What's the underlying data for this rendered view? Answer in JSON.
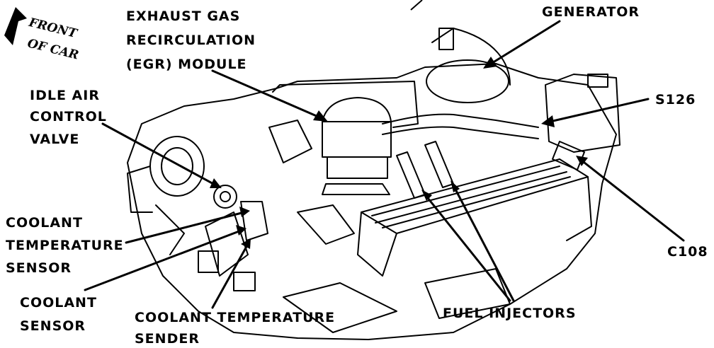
{
  "labels": {
    "front": [
      "FRONT",
      "OF CAR"
    ],
    "egr": [
      "EXHAUST GAS",
      "RECIRCULATION",
      "(EGR) MODULE"
    ],
    "generator": "GENERATOR",
    "idle_air": [
      "IDLE AIR",
      "CONTROL",
      "VALVE"
    ],
    "s126": "S126",
    "coolant_temp_sensor": [
      "COOLANT",
      "TEMPERATURE",
      "SENSOR"
    ],
    "c108": "C108",
    "coolant_sensor": [
      "COOLANT",
      "SENSOR"
    ],
    "coolant_temp_sender": [
      "COOLANT TEMPERATURE",
      "SENDER"
    ],
    "fuel_injectors": "FUEL INJECTORS"
  },
  "colors": {
    "ink": "#000000",
    "paper": "#ffffff"
  }
}
